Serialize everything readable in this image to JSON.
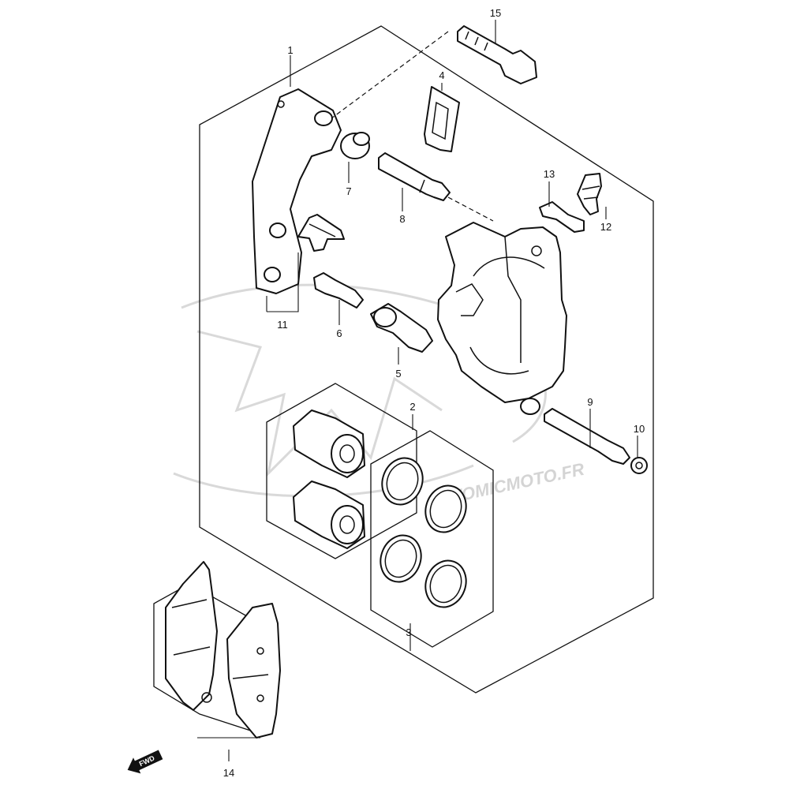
{
  "callouts": [
    {
      "id": "c1",
      "label": "1"
    },
    {
      "id": "c2",
      "label": "2"
    },
    {
      "id": "c3",
      "label": "3"
    },
    {
      "id": "c4",
      "label": "4"
    },
    {
      "id": "c5",
      "label": "5"
    },
    {
      "id": "c6",
      "label": "6"
    },
    {
      "id": "c7",
      "label": "7"
    },
    {
      "id": "c8",
      "label": "8"
    },
    {
      "id": "c9",
      "label": "9"
    },
    {
      "id": "c10",
      "label": "10"
    },
    {
      "id": "c11",
      "label": "11"
    },
    {
      "id": "c12",
      "label": "12"
    },
    {
      "id": "c13",
      "label": "13"
    },
    {
      "id": "c14",
      "label": "14"
    },
    {
      "id": "c15",
      "label": "15"
    }
  ],
  "fwd_label": "FWD",
  "watermark": {
    "text": "ATOMICMOTO.FR"
  },
  "colors": {
    "line": "#111111",
    "watermark": "#d4d4d4",
    "background": "#ffffff"
  }
}
